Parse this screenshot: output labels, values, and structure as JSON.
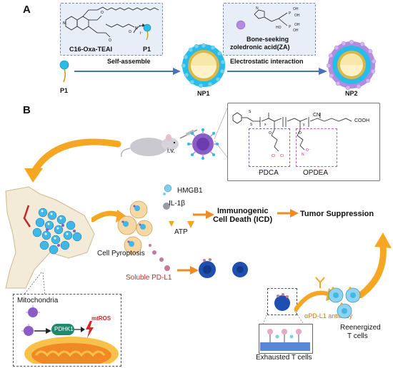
{
  "panelA": {
    "letter": "A",
    "box_left_label": "C16-Oxa-TEAI",
    "p1_small": "P1",
    "p1_label": "P1",
    "self_assemble": "Self-assemble",
    "np1": "NP1",
    "box_right_label_1": "Bone-seeking",
    "box_right_label_2": "zoledronic acid(ZA)",
    "electrostatic": "Electrostatic interaction",
    "np2": "NP2"
  },
  "panelB": {
    "letter": "B",
    "iv": "i.v.",
    "pdca": "PDCA",
    "opdea": "OPDEA",
    "cooh": "COOH",
    "cn": "CN",
    "hmgb1": "HMGB1",
    "il1b": "IL-1β",
    "atp": "ATP",
    "icd_1": "Immunogenic",
    "icd_2": "Cell Death (ICD)",
    "tumor_suppression": "Tumor Suppression",
    "cell_pyroptosis": "Cell Pyroptosis",
    "soluble_pdl1": "Soluble PD-L1",
    "mitochondria": "Mitochondria",
    "pdhk1": "PDHK1",
    "mtros": "mtROS",
    "antibody": "αPD-L1 antibody",
    "exhausted": "Exhausted T cells",
    "reenergized_1": "Reenergized",
    "reenergized_2": "T cells"
  },
  "colors": {
    "arrow_blue": "#4a72b8",
    "arrow_orange": "#f08a24",
    "tcell_blue": "#1f4fb0",
    "reenergized": "#8fd3f0",
    "np_cyan": "#27bde8",
    "np_purple": "#b58be0"
  }
}
